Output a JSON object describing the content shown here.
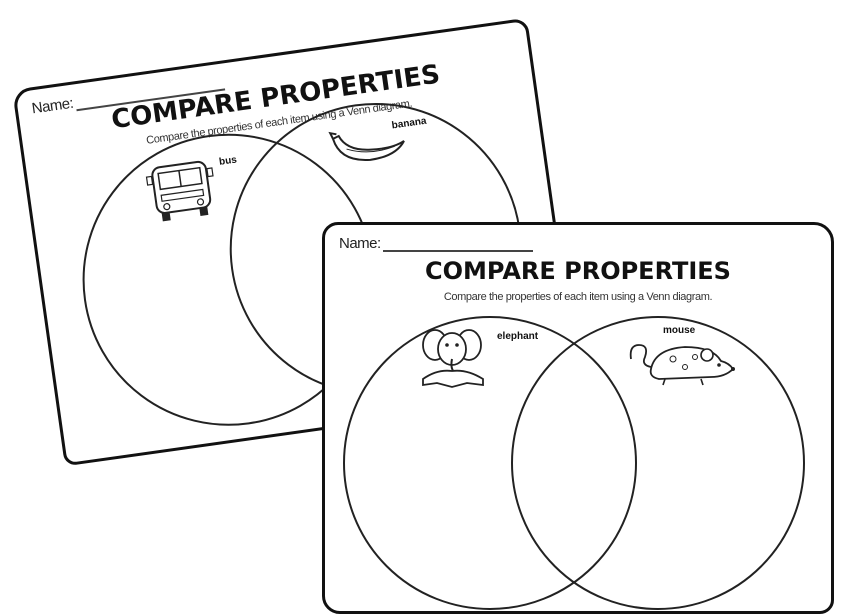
{
  "back_sheet": {
    "name_label": "Name:",
    "title": "COMPARE PROPERTIES",
    "subtitle": "Compare the properties of each item using a Venn diagram.",
    "item_left": "bus",
    "item_right": "banana",
    "icon_left": "bus-icon",
    "icon_right": "banana-icon"
  },
  "front_sheet": {
    "name_label": "Name:",
    "title": "COMPARE PROPERTIES",
    "subtitle": "Compare the properties of each item using a Venn diagram.",
    "item_left": "elephant",
    "item_right": "mouse",
    "icon_left": "elephant-icon",
    "icon_right": "mouse-icon"
  }
}
